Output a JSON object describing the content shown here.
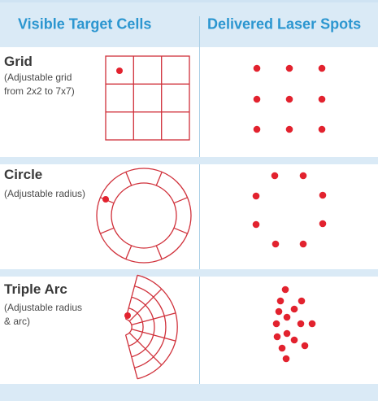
{
  "header": {
    "col_target": "Visible Target Cells",
    "col_spots": "Delivered Laser Spots"
  },
  "rows": [
    {
      "name": "Grid",
      "desc": [
        "(Adjustable grid",
        "from 2x2 to 7x7)"
      ]
    },
    {
      "name": "Circle",
      "desc": [
        "(Adjustable radius)"
      ]
    },
    {
      "name": "Triple Arc",
      "desc": [
        "(Adjustable radius",
        "& arc)"
      ]
    }
  ],
  "colors": {
    "header_text": "#2b96d0",
    "header_band": "#daeaf6",
    "line_red": "#d0303a",
    "spot_red": "#e2222e"
  }
}
